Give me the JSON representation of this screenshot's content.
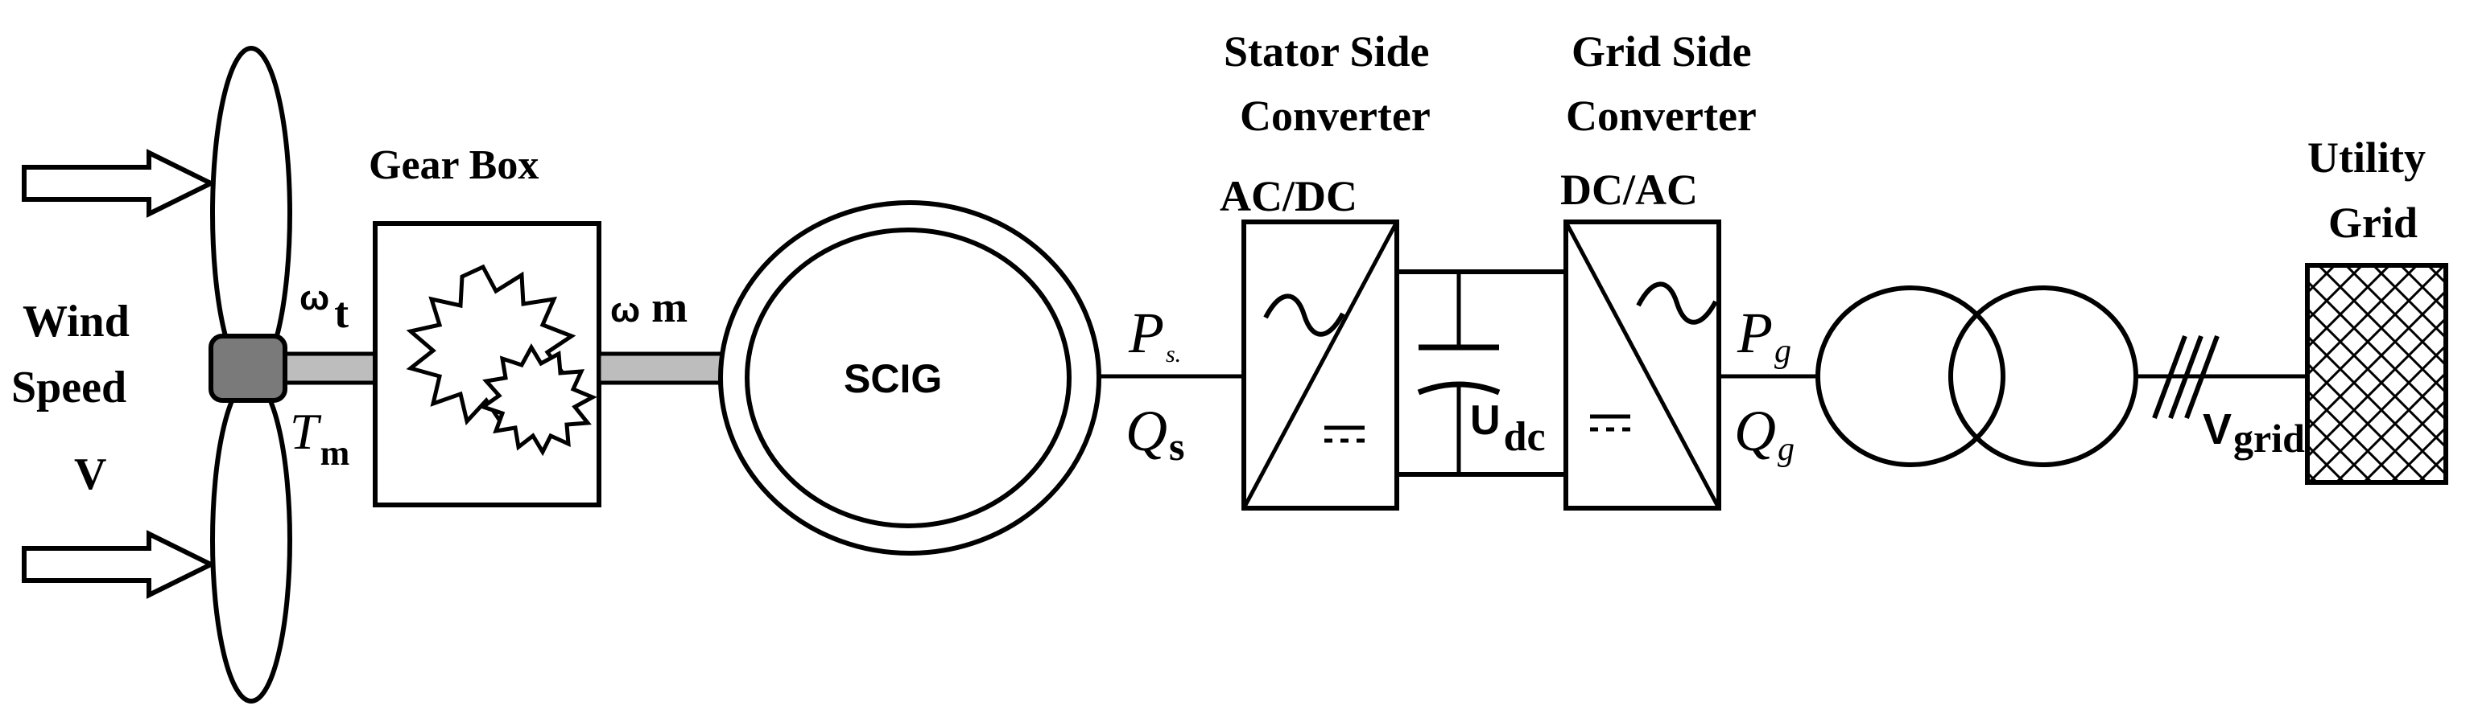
{
  "wind": {
    "label_line1": "Wind",
    "label_line2": "Speed",
    "label_line3": "V"
  },
  "turbine": {
    "omega_symbol": "ω",
    "omega_sub": "t",
    "torque_symbol": "T",
    "torque_sub": "m"
  },
  "gearbox": {
    "title": "Gear Box",
    "omega_symbol": "ω",
    "omega_sub": "m"
  },
  "generator": {
    "label": "SCIG"
  },
  "stator_side": {
    "p_symbol": "P",
    "p_sub": "s.",
    "q_symbol": "Q",
    "q_sub": "s"
  },
  "stator_converter": {
    "title_line1": "Stator Side",
    "title_line2": "Converter",
    "title_line3": "AC/DC"
  },
  "dc_link": {
    "symbol": "U",
    "sub": "dc"
  },
  "grid_converter": {
    "title_line1": "Grid Side",
    "title_line2": "Converter",
    "title_line3": "DC/AC"
  },
  "grid_side": {
    "p_symbol": "P",
    "p_sub": "g",
    "q_symbol": "Q",
    "q_sub": "g"
  },
  "grid_voltage": {
    "symbol": "V",
    "sub": "grid"
  },
  "utility": {
    "title_line1": "Utility",
    "title_line2": "Grid"
  }
}
